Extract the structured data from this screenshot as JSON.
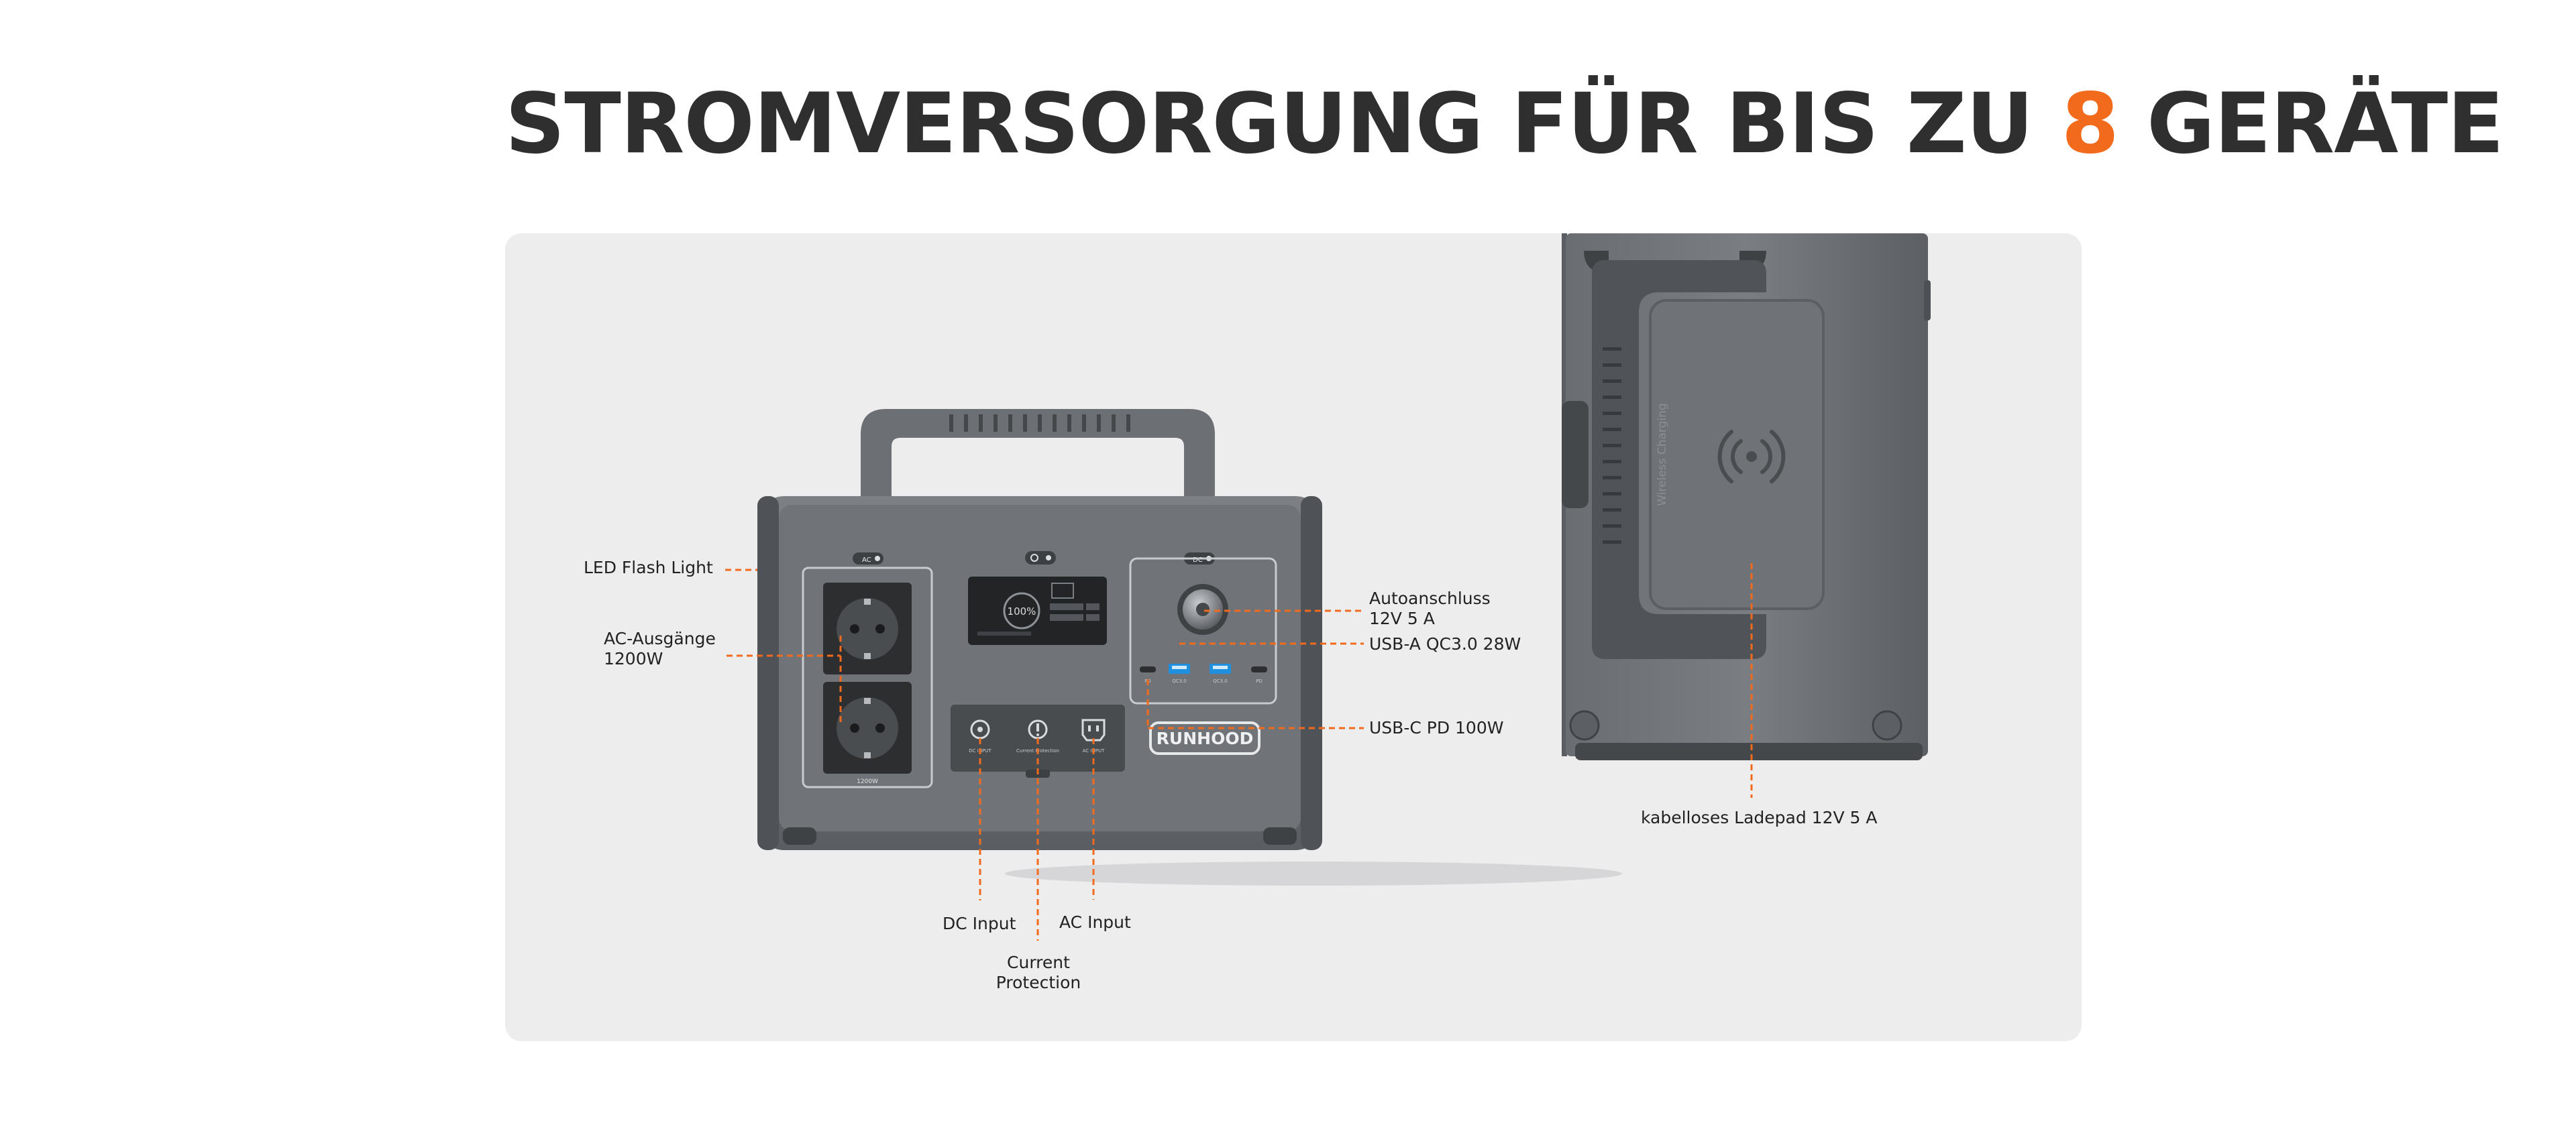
{
  "headline": {
    "prefix": "STROMVERSORGUNG FÜR BIS ZU ",
    "number": "8",
    "suffix": " GERÄTE"
  },
  "colors": {
    "accent": "#f26b1d",
    "panel_background": "#ededee",
    "device_body": "#6b6e72",
    "callout_line": "#f26b1d"
  },
  "callouts": {
    "led_flash_light": "LED Flash Light",
    "ac_outputs": {
      "line1": "AC-Ausgänge",
      "line2": "1200W"
    },
    "car_outlet": {
      "line1": "Autoanschluss",
      "line2": "12V 5 A"
    },
    "usb_a": "USB-A QC3.0 28W",
    "usb_c": "USB-C PD 100W",
    "dc_input": "DC Input",
    "ac_input": "AC Input",
    "current_protection": {
      "line1": "Current",
      "line2": "Protection"
    },
    "wireless_pad": "kabelloses Ladepad 12V 5 A"
  },
  "device": {
    "brand": "RUNHOOD",
    "ac_button": "AC",
    "dc_button": "DC",
    "socket_rating": "1200W",
    "display_value": "100%",
    "wireless_label": "Wireless Charging",
    "wireless_icon": "wireless-charging-icon",
    "port_labels": {
      "dc_input": "DC INPUT",
      "current_protection": "Current Protection",
      "ac_input": "AC INPUT",
      "usb_c_left": "PD",
      "usb_a_1": "QC3.0",
      "usb_a_2": "QC3.0",
      "usb_c_right": "PD"
    }
  }
}
